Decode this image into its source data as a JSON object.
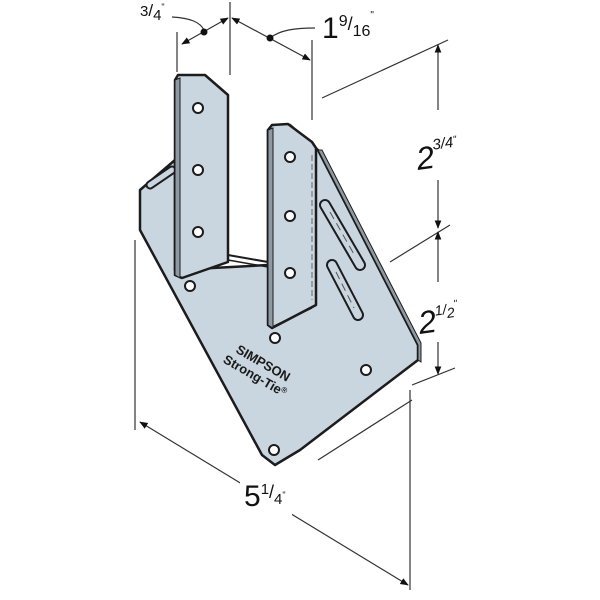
{
  "diagram": {
    "type": "product-technical-drawing",
    "product": {
      "brand_line1": "SIMPSON",
      "brand_line2": "Strong-Tie",
      "brand_mark": "®"
    },
    "dimensions": {
      "flange_width": {
        "whole": "",
        "num": "3",
        "den": "4",
        "unit": "\""
      },
      "gap_width": {
        "whole": "1",
        "num": "9",
        "den": "16",
        "unit": "\""
      },
      "upper_height": {
        "whole": "2",
        "num": "3",
        "den": "4",
        "unit": "\""
      },
      "lower_height": {
        "whole": "2",
        "num": "1",
        "den": "2",
        "unit": "\""
      },
      "overall_width": {
        "whole": "5",
        "num": "1",
        "den": "4",
        "unit": "\""
      }
    },
    "colors": {
      "metal_fill": "#c9d6df",
      "metal_edge": "#8e9aa3",
      "outline": "#1c1c1c",
      "dim_line": "#333333"
    }
  }
}
